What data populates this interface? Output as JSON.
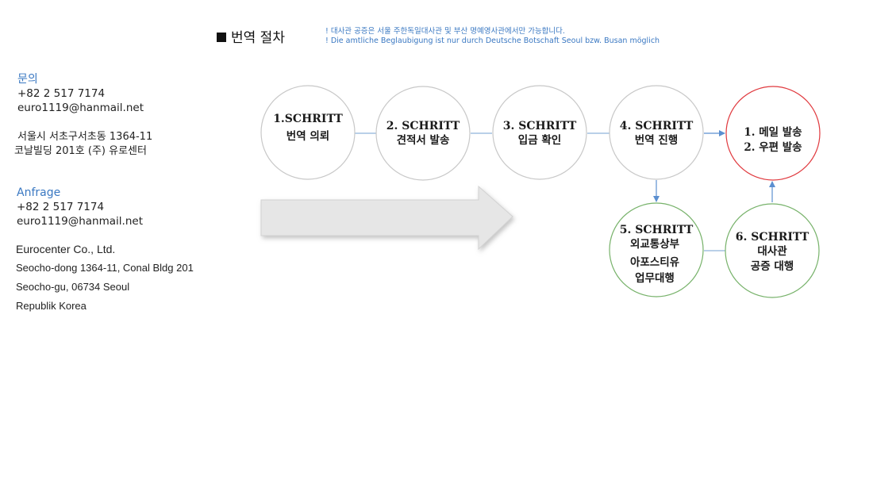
{
  "header": {
    "title": "번역 절차",
    "notice_ko": "! 대사관 공증은 서울 주한독일대사관 및 부산 명예영사관에서만 가능합니다.",
    "notice_de": "! Die amtliche Beglaubigung ist nur durch Deutsche Botschaft Seoul bzw. Busan möglich"
  },
  "contact_ko": {
    "heading": "문의",
    "phone": "+82 2 517 7174",
    "email": "euro1119@hanmail.net",
    "address_line1": "서울시 서초구서초동 1364-11",
    "address_line2": "코날빌딩 201호 (주) 유로센터"
  },
  "contact_de": {
    "heading": "Anfrage",
    "phone": "+82 2 517 7174",
    "email": "euro1119@hanmail.net",
    "company": "Eurocenter Co., Ltd.",
    "address_line1": "Seocho-dong 1364-11, Conal Bldg 201",
    "address_line2": "Seocho-gu, 06734 Seoul",
    "address_line3": "Republik Korea"
  },
  "steps": [
    {
      "line1": "1.SCHRITT",
      "line2": "번역 의뢰",
      "line3": "",
      "border": "#c8c8c8"
    },
    {
      "line1": "2. SCHRITT",
      "line2": "견적서 발송",
      "line3": "",
      "border": "#c8c8c8"
    },
    {
      "line1": "3. SCHRITT",
      "line2": "입금 확인",
      "line3": "",
      "border": "#c8c8c8"
    },
    {
      "line1": "4. SCHRITT",
      "line2": "번역 진행",
      "line3": "",
      "border": "#c8c8c8"
    },
    {
      "line1": "1. 메일 발송",
      "line2": "2. 우편 발송",
      "line3": "",
      "border": "#e0393e"
    },
    {
      "line1": "5. SCHRITT",
      "line2": "외교통상부",
      "line3": "아포스티유",
      "line4": "업무대행",
      "border": "#77b26a"
    },
    {
      "line1": "6. SCHRITT",
      "line2": "대사관",
      "line3": "공증 대행",
      "border": "#77b26a"
    }
  ],
  "colors": {
    "accent_blue": "#3a78c2",
    "connector": "#8fb3d9",
    "arrow_fill": "#e6e6e6"
  }
}
